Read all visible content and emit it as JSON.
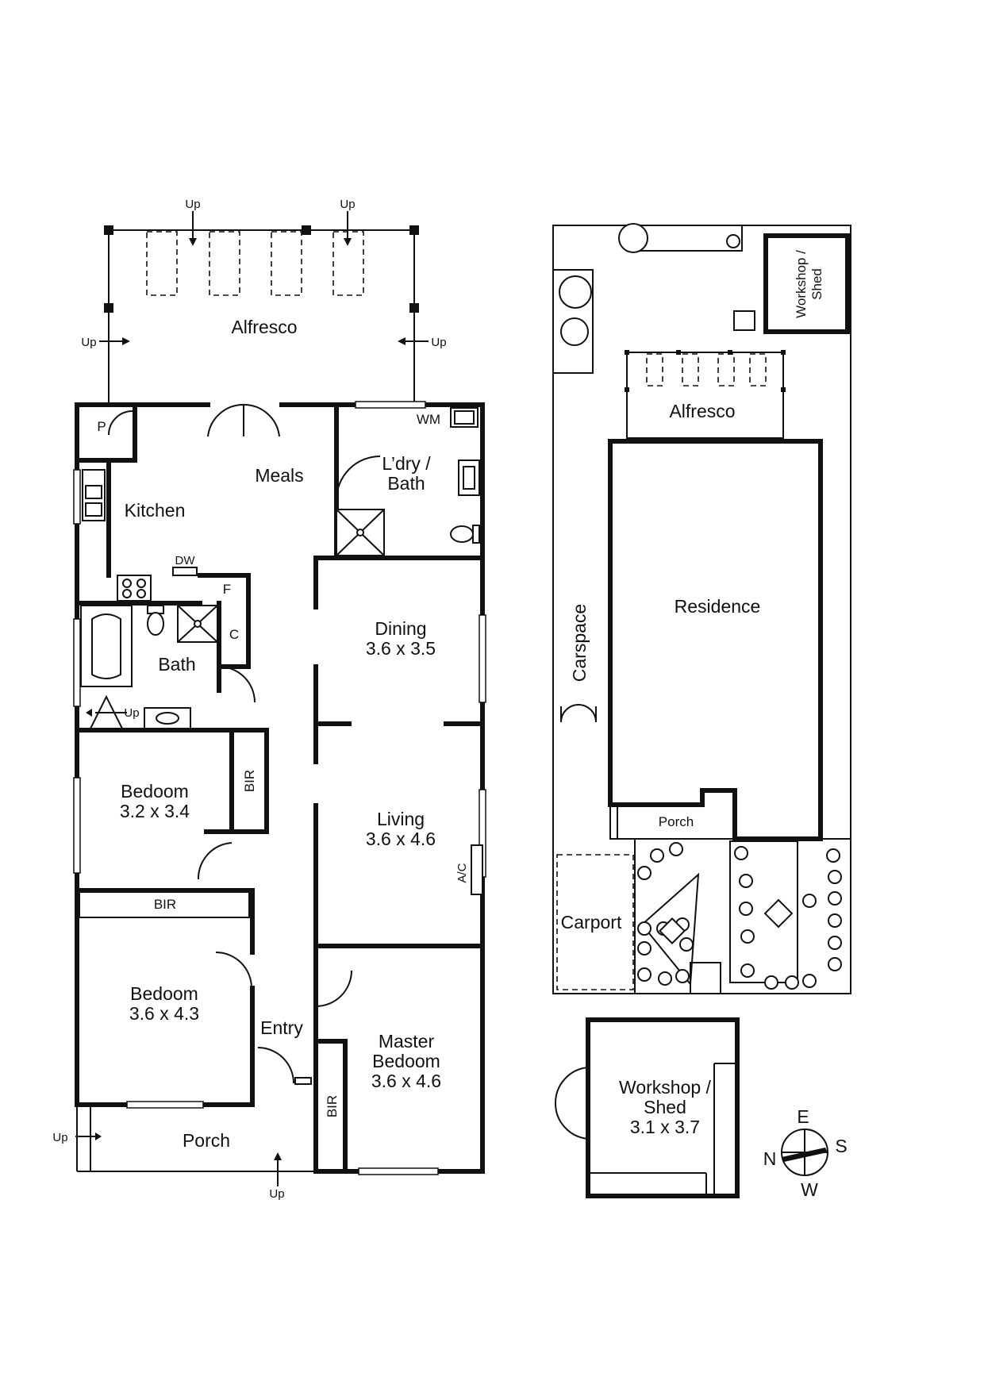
{
  "main_plan": {
    "alfresco": "Alfresco",
    "up_top_left": "Up",
    "up_top_right": "Up",
    "up_side_left": "Up",
    "up_side_right": "Up",
    "pantry": "P",
    "meals": "Meals",
    "kitchen": "Kitchen",
    "wm": "WM",
    "laundry_line1": "L’dry /",
    "laundry_line2": "Bath",
    "dw": "DW",
    "fridge": "F",
    "cupboard": "C",
    "bath": "Bath",
    "bath_up": "Up",
    "dining_name": "Dining",
    "dining_size": "3.6 x 3.5",
    "bedroom1_name": "Bedoom",
    "bedroom1_size": "3.2 x 3.4",
    "bir_bedroom1": "BIR",
    "living_name": "Living",
    "living_size": "3.6 x 4.6",
    "ac": "A/C",
    "bir_bedroom2": "BIR",
    "bedroom2_name": "Bedoom",
    "bedroom2_size": "3.6 x 4.3",
    "entry": "Entry",
    "master_line1": "Master",
    "master_line2": "Bedoom",
    "master_size": "3.6 x 4.6",
    "bir_master": "BIR",
    "porch": "Porch",
    "porch_up_left": "Up",
    "porch_up_bottom": "Up"
  },
  "site_plan": {
    "workshop_line1": "Workshop /",
    "workshop_line2": "Shed",
    "alfresco": "Alfresco",
    "residence": "Residence",
    "carspace": "Carspace",
    "porch": "Porch",
    "carport": "Carport"
  },
  "shed_plan": {
    "line1": "Workshop /",
    "line2": "Shed",
    "size": "3.1 x 3.7"
  },
  "compass": {
    "north": "N",
    "east": "E",
    "south": "S",
    "west": "W"
  }
}
